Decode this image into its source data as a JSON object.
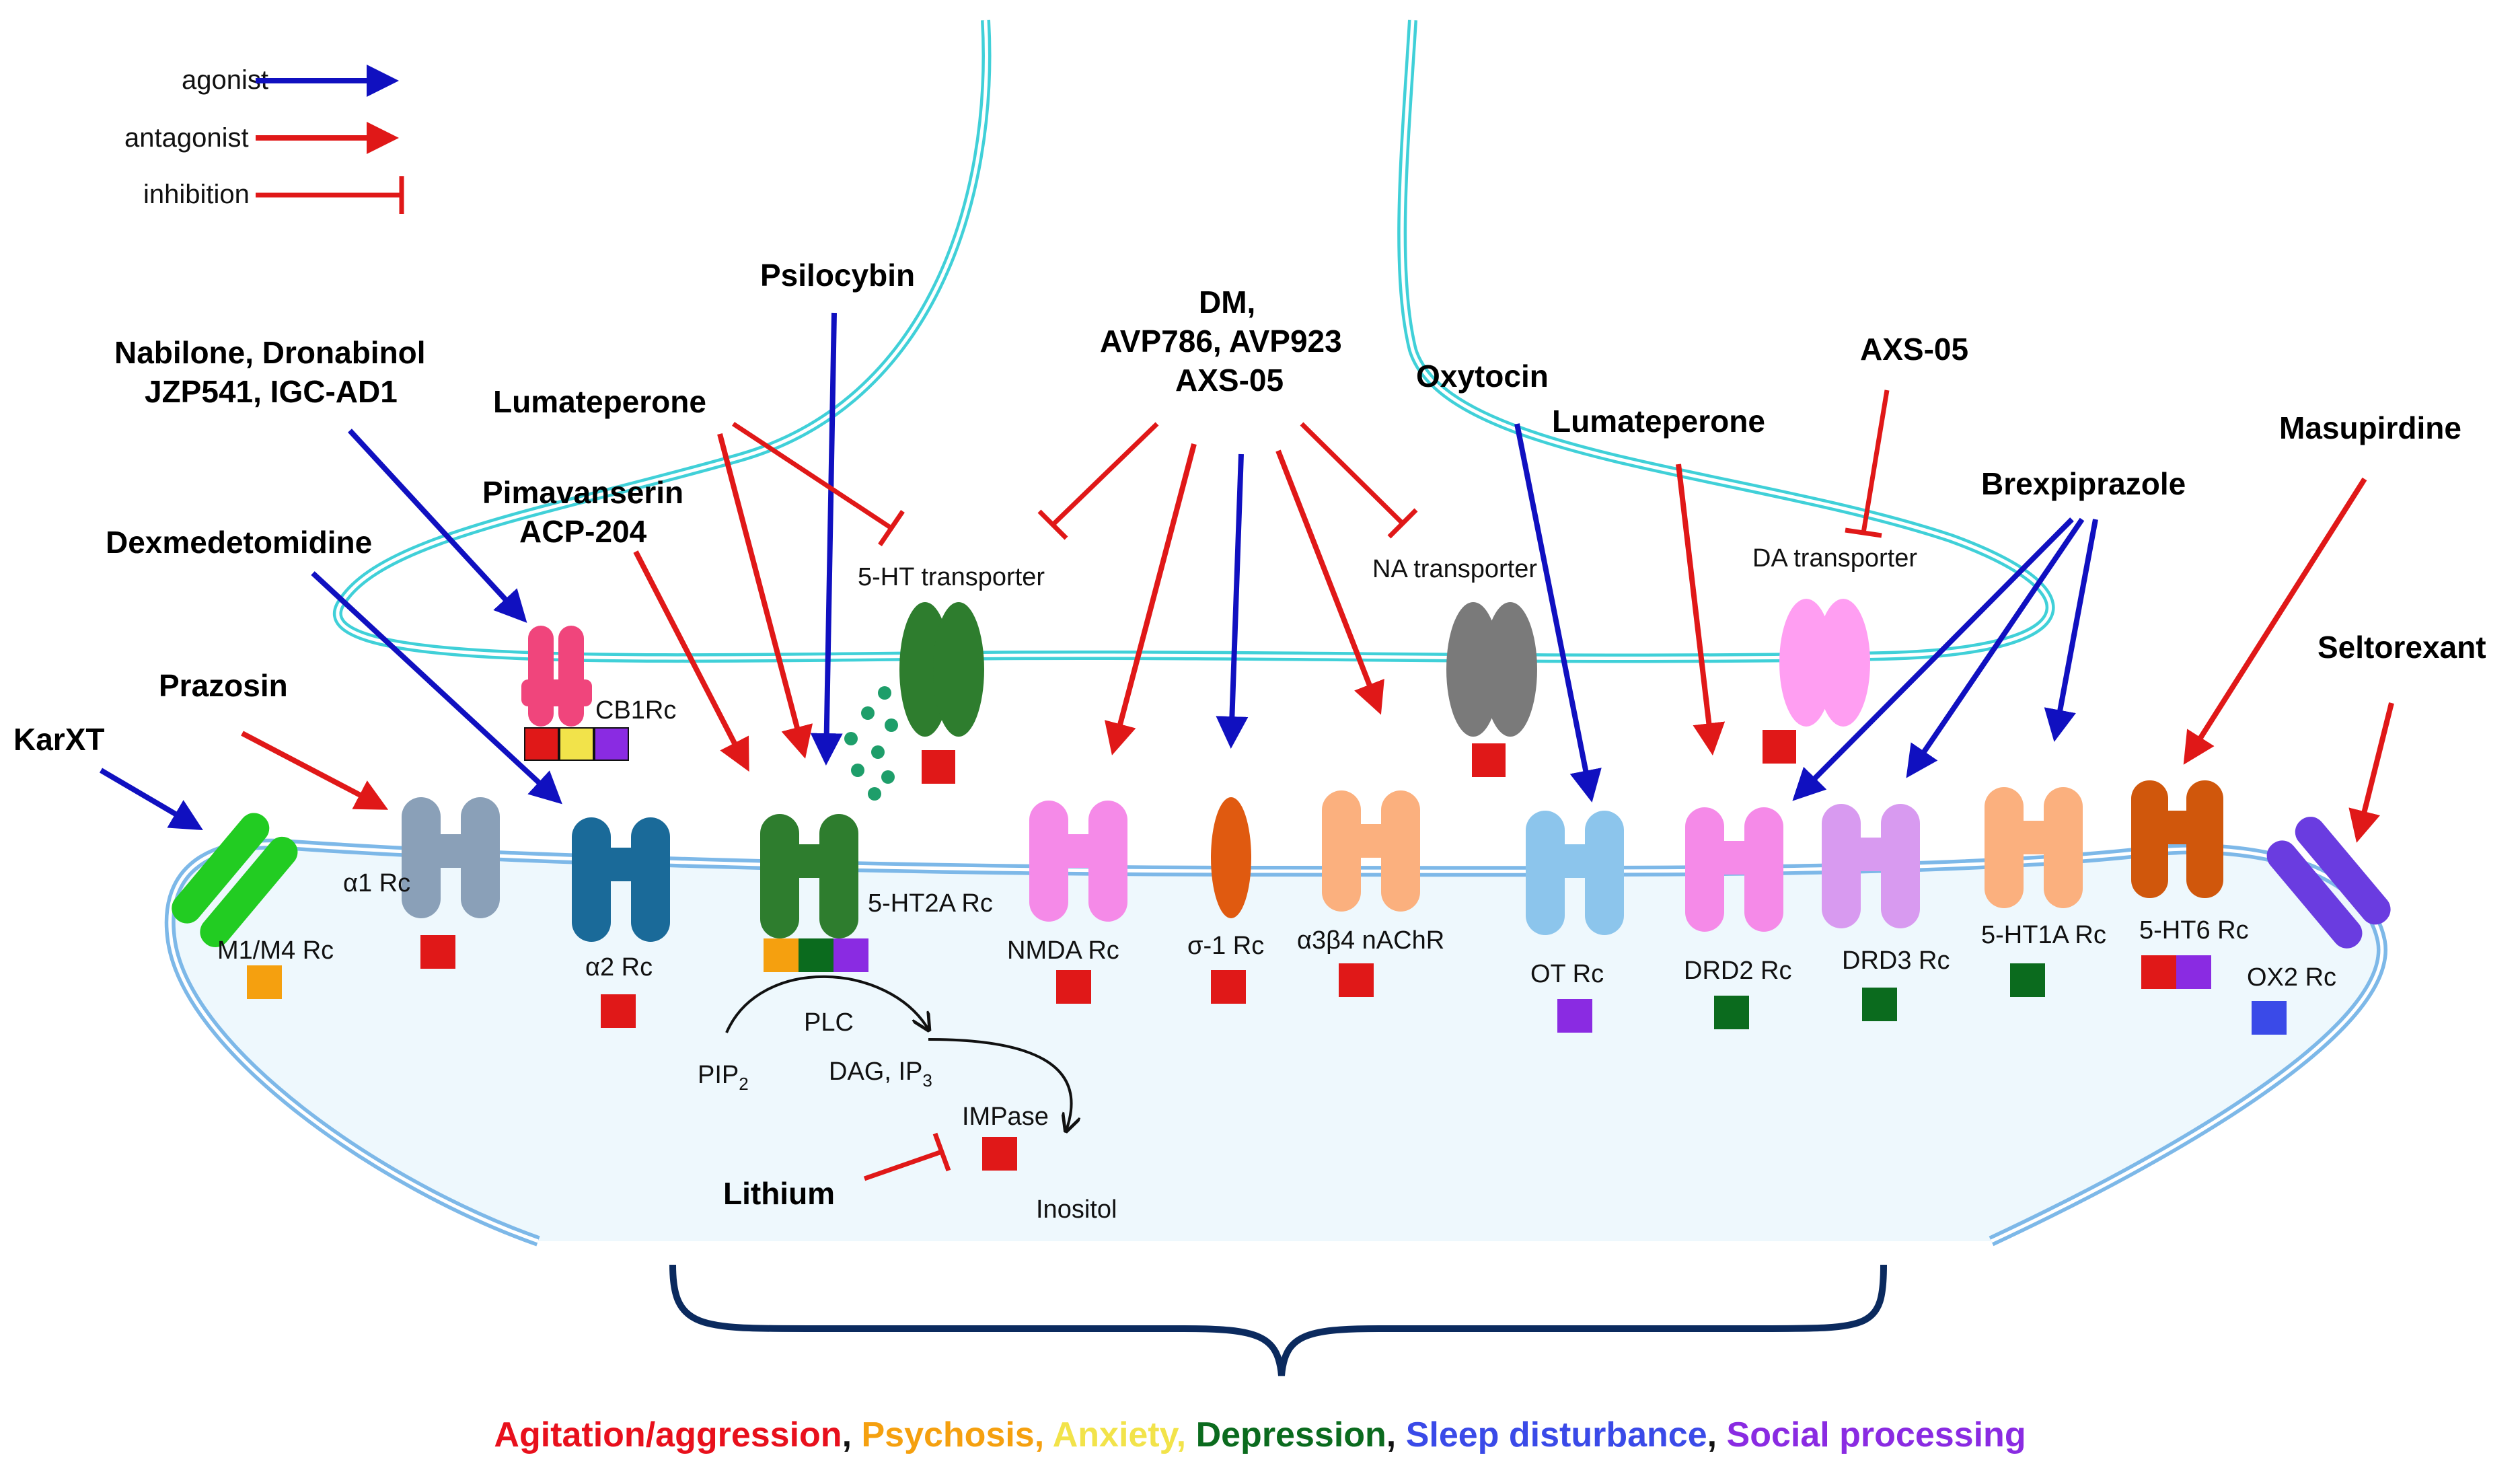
{
  "legend": {
    "agonist": "agonist",
    "antagonist": "antagonist",
    "inhibition": "inhibition"
  },
  "drugs": {
    "psilocybin": "Psilocybin",
    "nabilone_1": "Nabilone, Dronabinol",
    "nabilone_2": "JZP541, IGC-AD1",
    "lumateperone_left": "Lumateperone",
    "pimavanserin_1": "Pimavanserin",
    "pimavanserin_2": "ACP-204",
    "dexmedetomidine": "Dexmedetomidine",
    "prazosin": "Prazosin",
    "karxt": "KarXT",
    "dm_1": "DM,",
    "dm_2": "AVP786, AVP923",
    "dm_3": "AXS-05",
    "oxytocin": "Oxytocin",
    "lumateperone_right": "Lumateperone",
    "axs05": "AXS-05",
    "brexpiprazole": "Brexpiprazole",
    "masupirdine": "Masupirdine",
    "seltorexant": "Seltorexant",
    "lithium": "Lithium"
  },
  "labels": {
    "ht_transporter": "5-HT transporter",
    "na_transporter": "NA transporter",
    "da_transporter": "DA transporter",
    "cb1": "CB1Rc",
    "m1m4": "M1/M4 Rc",
    "a1": "α1 Rc",
    "a2": "α2 Rc",
    "ht2a": "5-HT2A Rc",
    "nmda": "NMDA Rc",
    "sigma": "σ-1 Rc",
    "nachr": "α3β4 nAChR",
    "ot": "OT Rc",
    "drd2": "DRD2 Rc",
    "drd3": "DRD3 Rc",
    "ht1a": "5-HT1A Rc",
    "ht6": "5-HT6 Rc",
    "ox2": "OX2 Rc",
    "plc": "PLC",
    "pip2_base": "PIP",
    "pip2_sub": "2",
    "dag_base": "DAG, IP",
    "dag_sub": "3",
    "impase": "IMPase",
    "inositol": "Inositol"
  },
  "footer": [
    {
      "text": "Agitation/aggression",
      "color": "#e8101c"
    },
    {
      "text": ", ",
      "color": "#111111"
    },
    {
      "text": "Psychosis,",
      "color": "#f5a00f"
    },
    {
      "text": " Anxiety,",
      "color": "#f2e34a"
    },
    {
      "text": " Depression",
      "color": "#0b6b1e"
    },
    {
      "text": ", ",
      "color": "#111111"
    },
    {
      "text": "Sleep disturbance",
      "color": "#3a4ae8"
    },
    {
      "text": ", ",
      "color": "#111111"
    },
    {
      "text": "Social processing",
      "color": "#8a2be2"
    }
  ],
  "colors": {
    "agonist": "#1010c0",
    "antagonist": "#e01818",
    "membrane": "#7db8e8",
    "presynaptic": "#40d0d8",
    "cell_fill": "#eef8fd",
    "brace": "#0b2a5e",
    "agitation": "#e8101c",
    "psychosis": "#f5a00f",
    "anxiety": "#f2e34a",
    "depression": "#0b6b1e",
    "sleep": "#3a4ae8",
    "social": "#8a2be2"
  }
}
